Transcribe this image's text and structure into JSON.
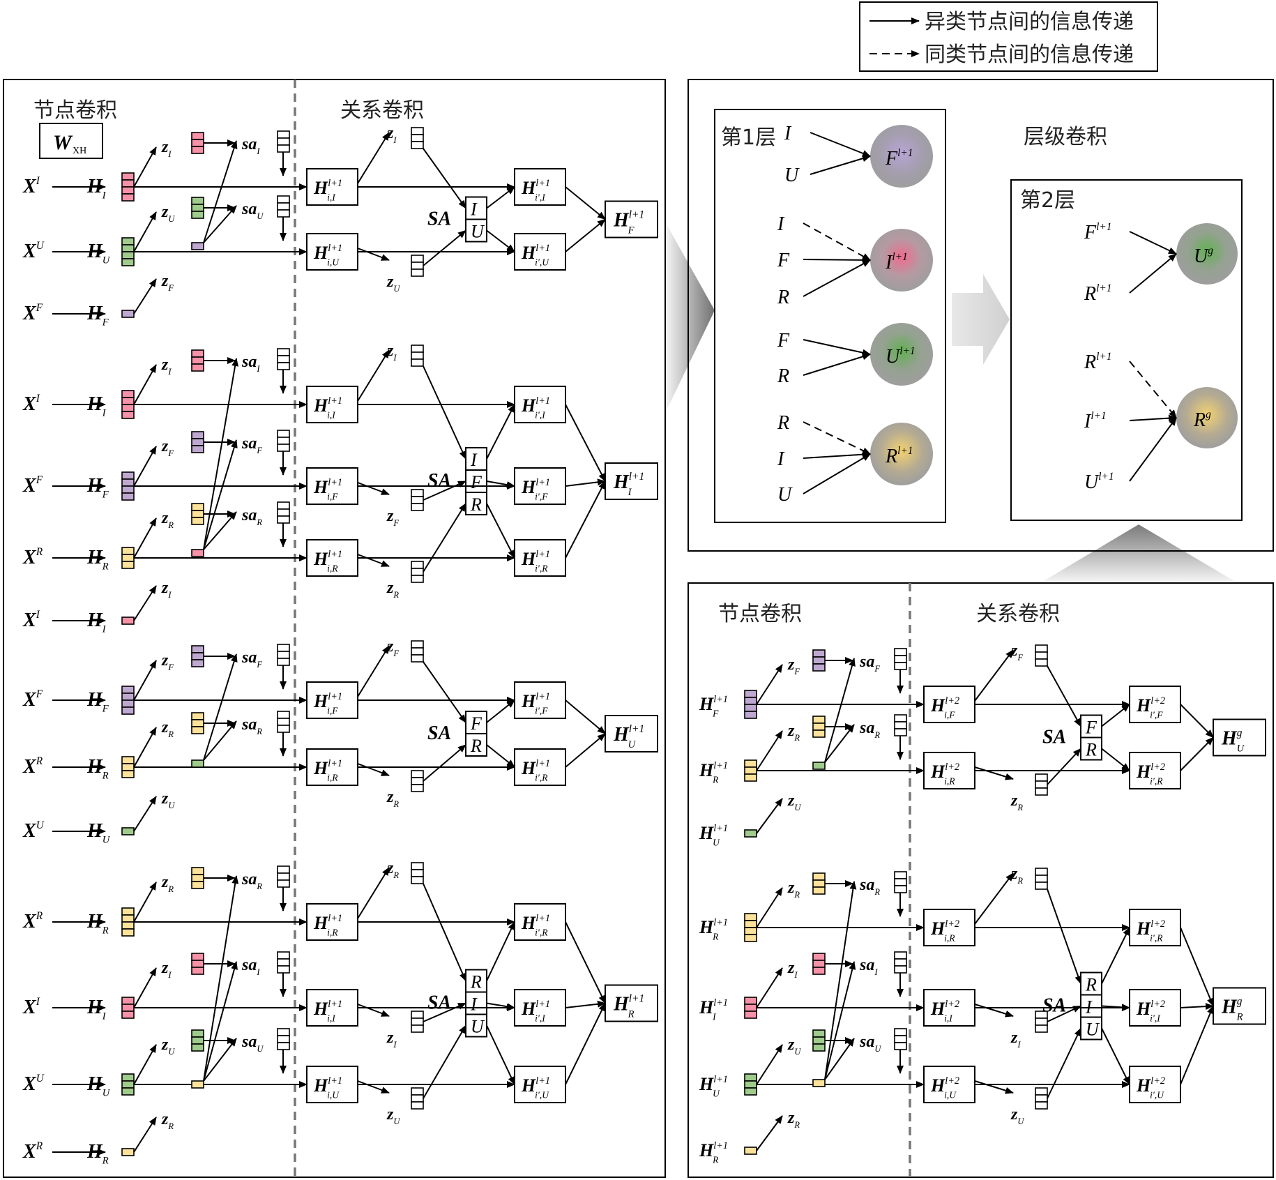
{
  "colors": {
    "I": "#f592a8",
    "U": "#9fcb8c",
    "F": "#bfa8d0",
    "R": "#fce29a",
    "white": "#ffffff"
  },
  "legend": {
    "solid": "异类节点间的信息传递",
    "dashed": "同类节点间的信息传递"
  },
  "labels": {
    "node_conv": "节点卷积",
    "rel_conv": "关系卷积",
    "weight_main": "W",
    "weight_sub": "XH",
    "level_conv": "层级卷积",
    "layer1": "第1层",
    "layer2": "第2层",
    "sa": "SA",
    "z": "z",
    "sa_small": "sa",
    "H": "H",
    "X": "X",
    "sup_l1": "l+1",
    "sup_l2": "l+2",
    "sup_g": "g"
  },
  "layer1_nodes": [
    {
      "node": "F",
      "sup": "l+1",
      "inputs": [
        {
          "name": "I",
          "type": "solid"
        },
        {
          "name": "U",
          "type": "solid"
        }
      ]
    },
    {
      "node": "I",
      "sup": "l+1",
      "inputs": [
        {
          "name": "I",
          "type": "dashed"
        },
        {
          "name": "F",
          "type": "solid"
        },
        {
          "name": "R",
          "type": "solid"
        }
      ]
    },
    {
      "node": "U",
      "sup": "l+1",
      "inputs": [
        {
          "name": "F",
          "type": "solid"
        },
        {
          "name": "R",
          "type": "solid"
        }
      ]
    },
    {
      "node": "R",
      "sup": "l+1",
      "inputs": [
        {
          "name": "R",
          "type": "dashed"
        },
        {
          "name": "I",
          "type": "solid"
        },
        {
          "name": "U",
          "type": "solid"
        }
      ]
    }
  ],
  "layer2_nodes": [
    {
      "node": "U",
      "sup": "g",
      "inputs": [
        {
          "name": "F",
          "sup": "l+1",
          "type": "solid"
        },
        {
          "name": "R",
          "sup": "l+1",
          "type": "solid"
        }
      ]
    },
    {
      "node": "R",
      "sup": "g",
      "inputs": [
        {
          "name": "R",
          "sup": "l+1",
          "type": "dashed"
        },
        {
          "name": "I",
          "sup": "l+1",
          "type": "solid"
        },
        {
          "name": "U",
          "sup": "l+1",
          "type": "solid"
        }
      ]
    }
  ],
  "left_blocks": [
    {
      "target": "F",
      "out_sup": "l+1",
      "rels": [
        "I",
        "U"
      ],
      "extra": "F",
      "fill": false
    },
    {
      "target": "I",
      "out_sup": "l+1",
      "rels": [
        "I",
        "F",
        "R"
      ],
      "extra": "I",
      "fill": true
    },
    {
      "target": "U",
      "out_sup": "l+1",
      "rels": [
        "F",
        "R"
      ],
      "extra": "U",
      "fill": true
    },
    {
      "target": "R",
      "out_sup": "l+1",
      "rels": [
        "R",
        "I",
        "U"
      ],
      "extra": "R",
      "fill": true
    }
  ],
  "right_blocks": [
    {
      "target": "U",
      "out_sup": "g",
      "rels": [
        "F",
        "R"
      ],
      "extra": "U"
    },
    {
      "target": "R",
      "out_sup": "g",
      "rels": [
        "R",
        "I",
        "U"
      ],
      "extra": "R"
    }
  ]
}
